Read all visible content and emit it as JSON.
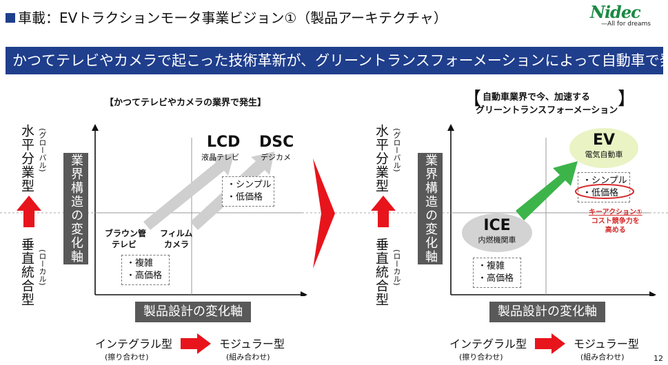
{
  "header": {
    "title": "車載：EVトラクションモータ事業ビジョン①（製品アーキテクチャ）",
    "logo_main": "Nidec",
    "logo_sub": "All for dreams"
  },
  "banner": {
    "text": "かつてテレビやカメラで起こった技術革新が、グリーントランスフォーメーションによって自動車で発生"
  },
  "left_panel": {
    "heading": "【かつてテレビやカメラの業界で発生】",
    "y_top": "水平分業型",
    "y_top_sub": "(グローバル)",
    "y_bottom": "垂直統合型",
    "y_bottom_sub": "(ローカル)",
    "y_axis": "業界構造の変化軸",
    "x_axis": "製品設計の変化軸",
    "lcd": "LCD",
    "lcd_sub": "液晶テレビ",
    "dsc": "DSC",
    "dsc_sub": "デジカメ",
    "simple": "・シンプル",
    "low_price": "・低価格",
    "braun_1": "ブラウン管",
    "braun_2": "テレビ",
    "film_1": "フィルム",
    "film_2": "カメラ",
    "complex": "・複雑",
    "high_price": "・高価格",
    "integral": "インテグラル型",
    "integral_sub": "(擦り合わせ)",
    "modular": "モジュラー型",
    "modular_sub": "(組み合わせ)"
  },
  "right_panel": {
    "heading_1": "自動車業界で今、加速する",
    "heading_2": "グリーントランスフォーメーション",
    "y_top": "水平分業型",
    "y_top_sub": "(グローバル)",
    "y_bottom": "垂直統合型",
    "y_bottom_sub": "(ローカル)",
    "y_axis": "業界構造の変化軸",
    "x_axis": "製品設計の変化軸",
    "ev": "EV",
    "ev_sub": "電気自動車",
    "simple": "・シンプル",
    "low_price": "・低価格",
    "key_action_1": "キーアクション①",
    "key_action_2": "コスト競争力を",
    "key_action_3": "高める",
    "ice": "ICE",
    "ice_sub": "内燃機関車",
    "complex": "・複雑",
    "high_price": "・高価格",
    "integral": "インテグラル型",
    "integral_sub": "(擦り合わせ)",
    "modular": "モジュラー型",
    "modular_sub": "(組み合わせ)"
  },
  "page_number": "12",
  "colors": {
    "navy": "#1f3e8c",
    "red": "#e8141c",
    "green": "#3cb44a",
    "gray_box": "#595959",
    "nidec_green": "#1a8a43"
  }
}
